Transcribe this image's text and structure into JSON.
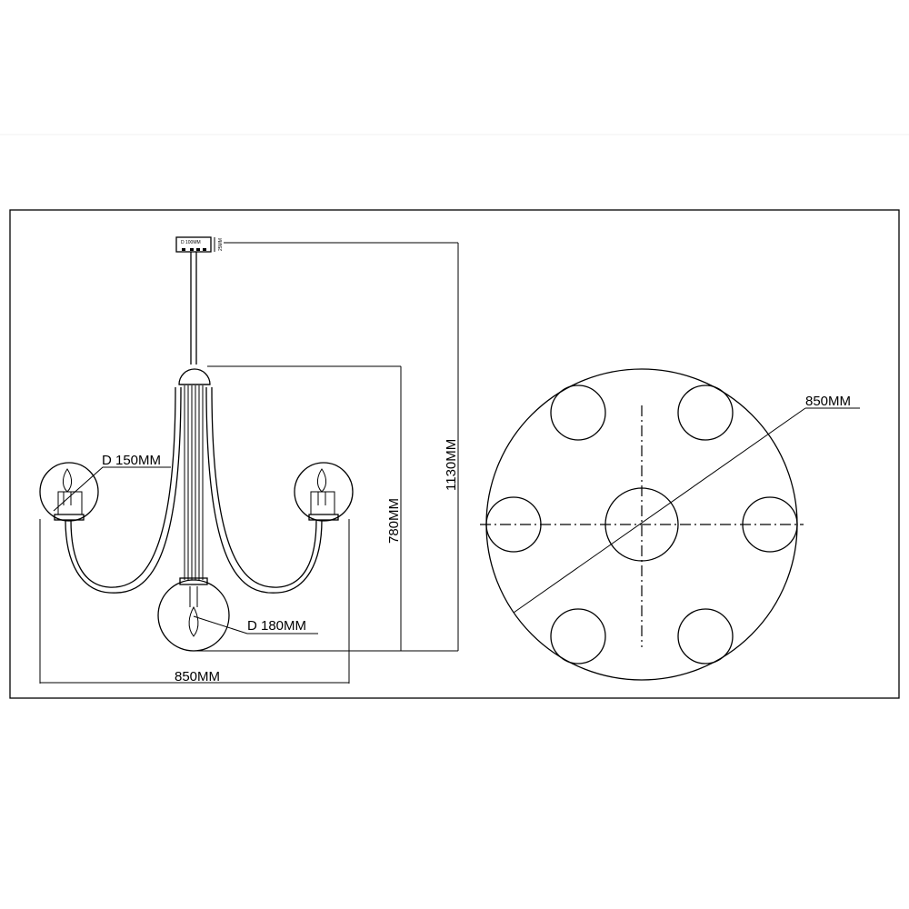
{
  "drawing": {
    "side_view": {
      "canopy_diameter_label": "D 100MM",
      "canopy_height_label": "25MM",
      "small_globe_label": "D 150MM",
      "large_globe_label": "D 180MM",
      "width_label": "850MM",
      "body_height_label": "780MM",
      "total_height_label": "1130MM"
    },
    "top_view": {
      "diameter_label": "850MM",
      "globe_count": 7
    }
  }
}
